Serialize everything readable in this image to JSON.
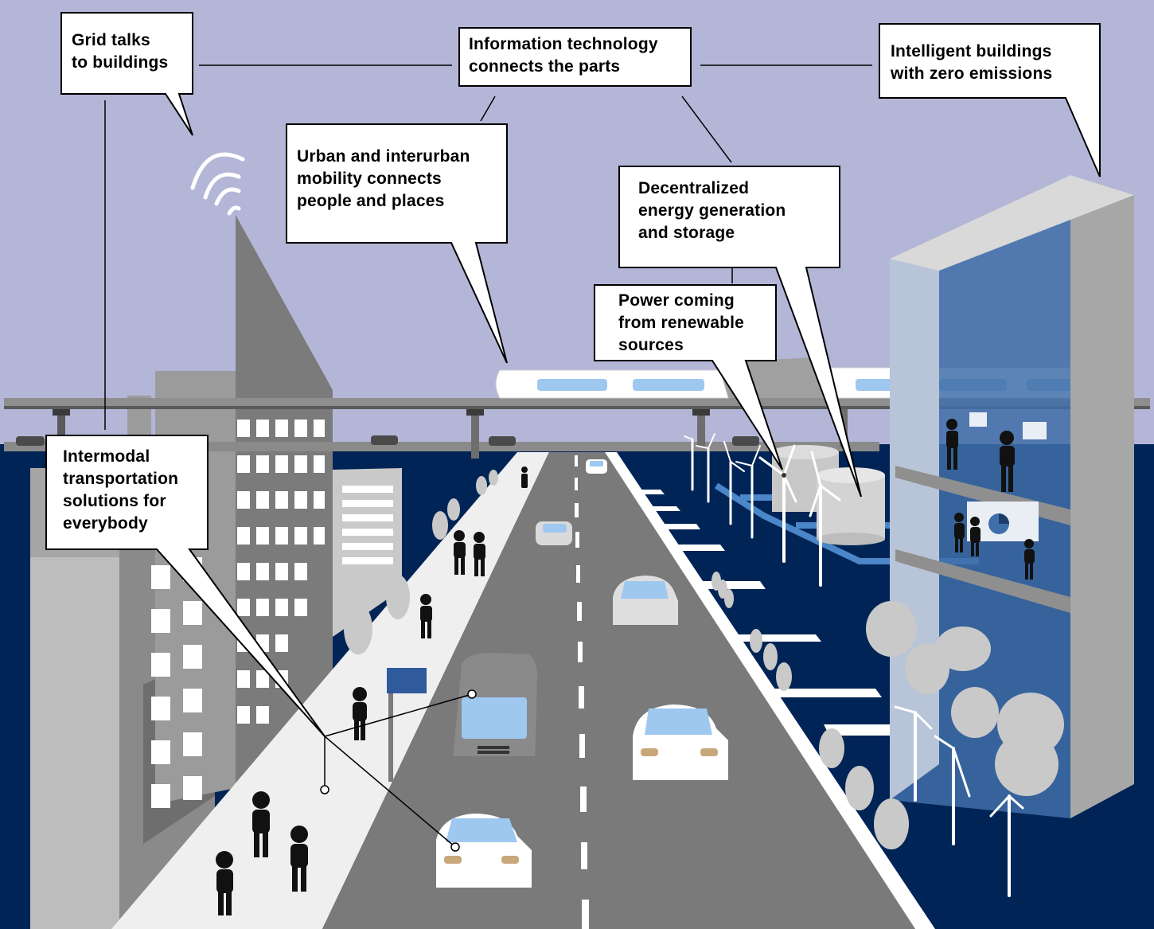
{
  "colors": {
    "sky": "#B4B6D8",
    "ground": "#012456",
    "road": "#7A7A7A",
    "sidewalk": "#EFEFEF",
    "building_grey": "#8E8E8E",
    "train_window": "#9FC8F0",
    "callout_border": "#000000",
    "callout_fill": "#FFFFFF"
  },
  "callouts": {
    "grid": "Grid talks\nto buildings",
    "it": "Information technology\nconnects the parts",
    "intelligent": "Intelligent buildings\nwith zero emissions",
    "mobility": "Urban and interurban\nmobility connects\npeople and places",
    "decentral": "Decentralized\nenergy generation\nand storage",
    "power": "Power coming\nfrom renewable\nsources",
    "intermodal": "Intermodal\ntransportation\nsolutions for\neverybody"
  },
  "icons": [
    "wifi-signal-icon",
    "bus-stop-sign-icon",
    "pie-chart-icon",
    "wind-turbine-icon",
    "monorail-train-icon",
    "car-icon",
    "bus-icon",
    "person-icon",
    "tree-icon",
    "storage-tank-icon",
    "computer-monitor-icon"
  ]
}
